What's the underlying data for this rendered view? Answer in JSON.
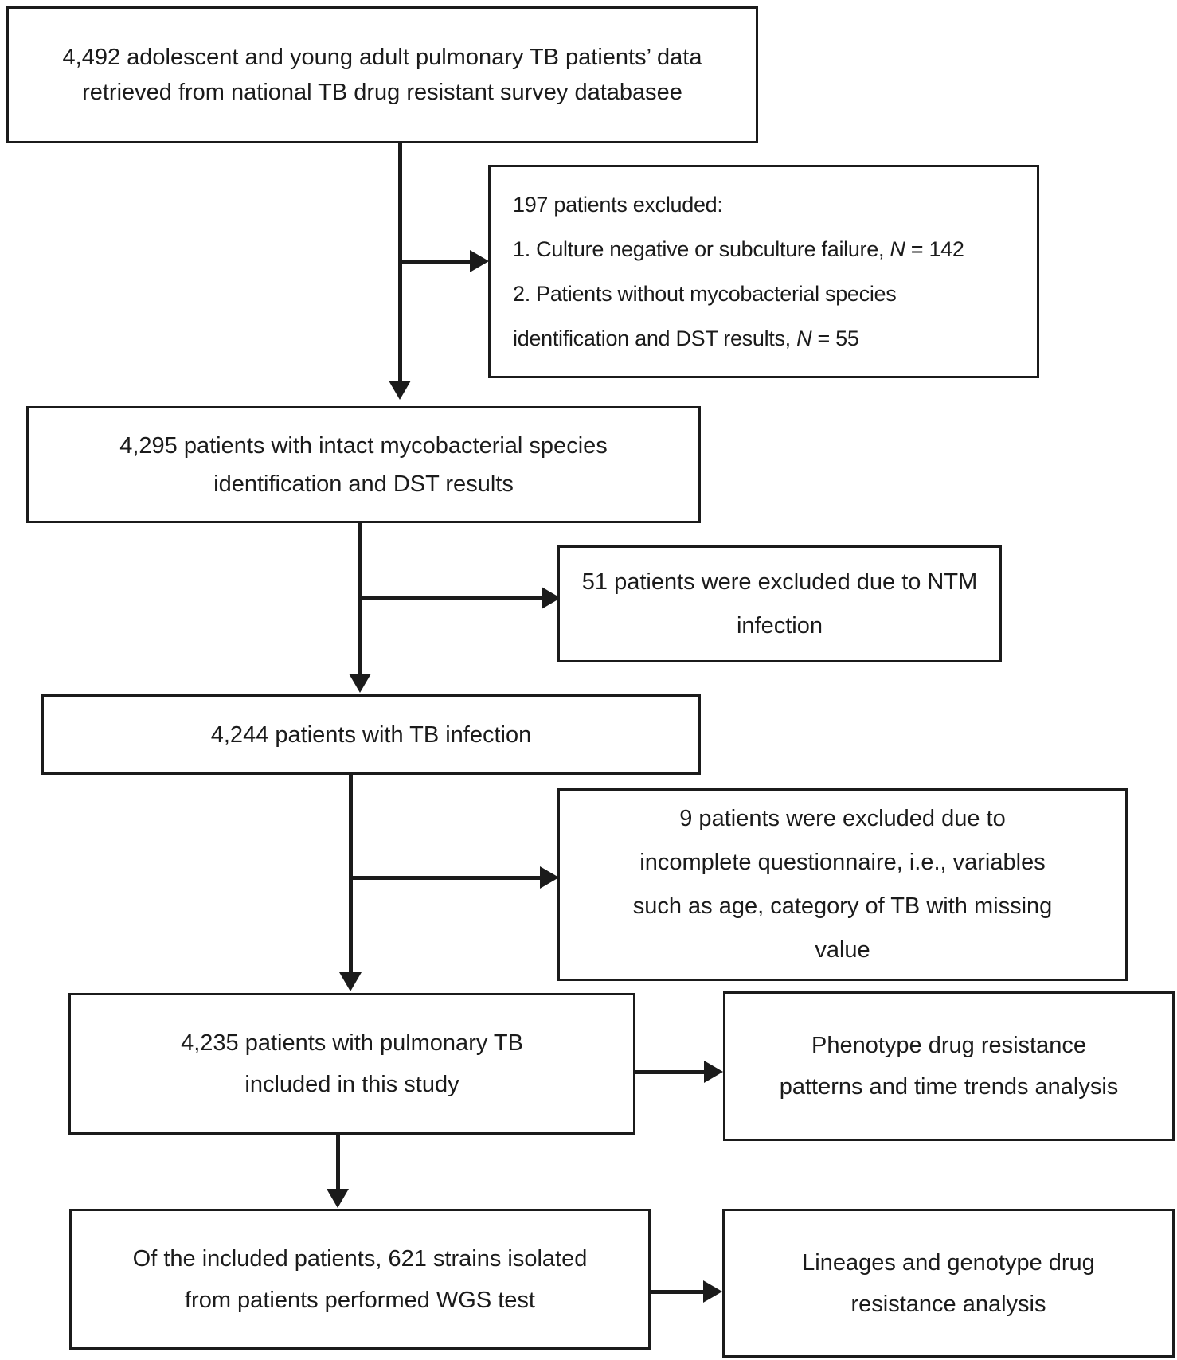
{
  "flowchart": {
    "source": {
      "lines": [
        "4,492 adolescent and young adult pulmonary TB patients’ data",
        "retrieved from national TB drug resistant survey databasee"
      ]
    },
    "excluded_197": {
      "title": "197 patients excluded:",
      "item1_pre": "1. Culture negative or subculture failure, ",
      "item1_n": "N",
      "item1_post": " = 142",
      "item2_line1": "2. Patients without mycobacterial species",
      "item2_line2_pre": "identification and DST results, ",
      "item2_line2_n": "N",
      "item2_line2_post": " = 55"
    },
    "intact_4295": {
      "lines": [
        "4,295 patients with intact mycobacterial species",
        "identification and DST results"
      ]
    },
    "excluded_ntm_51": {
      "lines": [
        "51 patients were excluded due to NTM",
        "infection"
      ]
    },
    "tb_4244": {
      "lines": [
        "4,244 patients with TB infection"
      ]
    },
    "excluded_incomplete_9": {
      "lines": [
        "9 patients were excluded due to",
        "incomplete questionnaire, i.e., variables",
        "such as age, category of TB with missing",
        "value"
      ]
    },
    "included_4235": {
      "lines": [
        "4,235 patients with pulmonary TB",
        "included in this study"
      ]
    },
    "phenotype_analysis": {
      "lines": [
        "Phenotype drug resistance",
        "patterns and time trends analysis"
      ]
    },
    "wgs_621": {
      "lines": [
        "Of the included patients, 621 strains isolated",
        "from patients performed WGS test"
      ]
    },
    "lineage_analysis": {
      "lines": [
        "Lineages and genotype drug",
        "resistance analysis"
      ]
    }
  }
}
